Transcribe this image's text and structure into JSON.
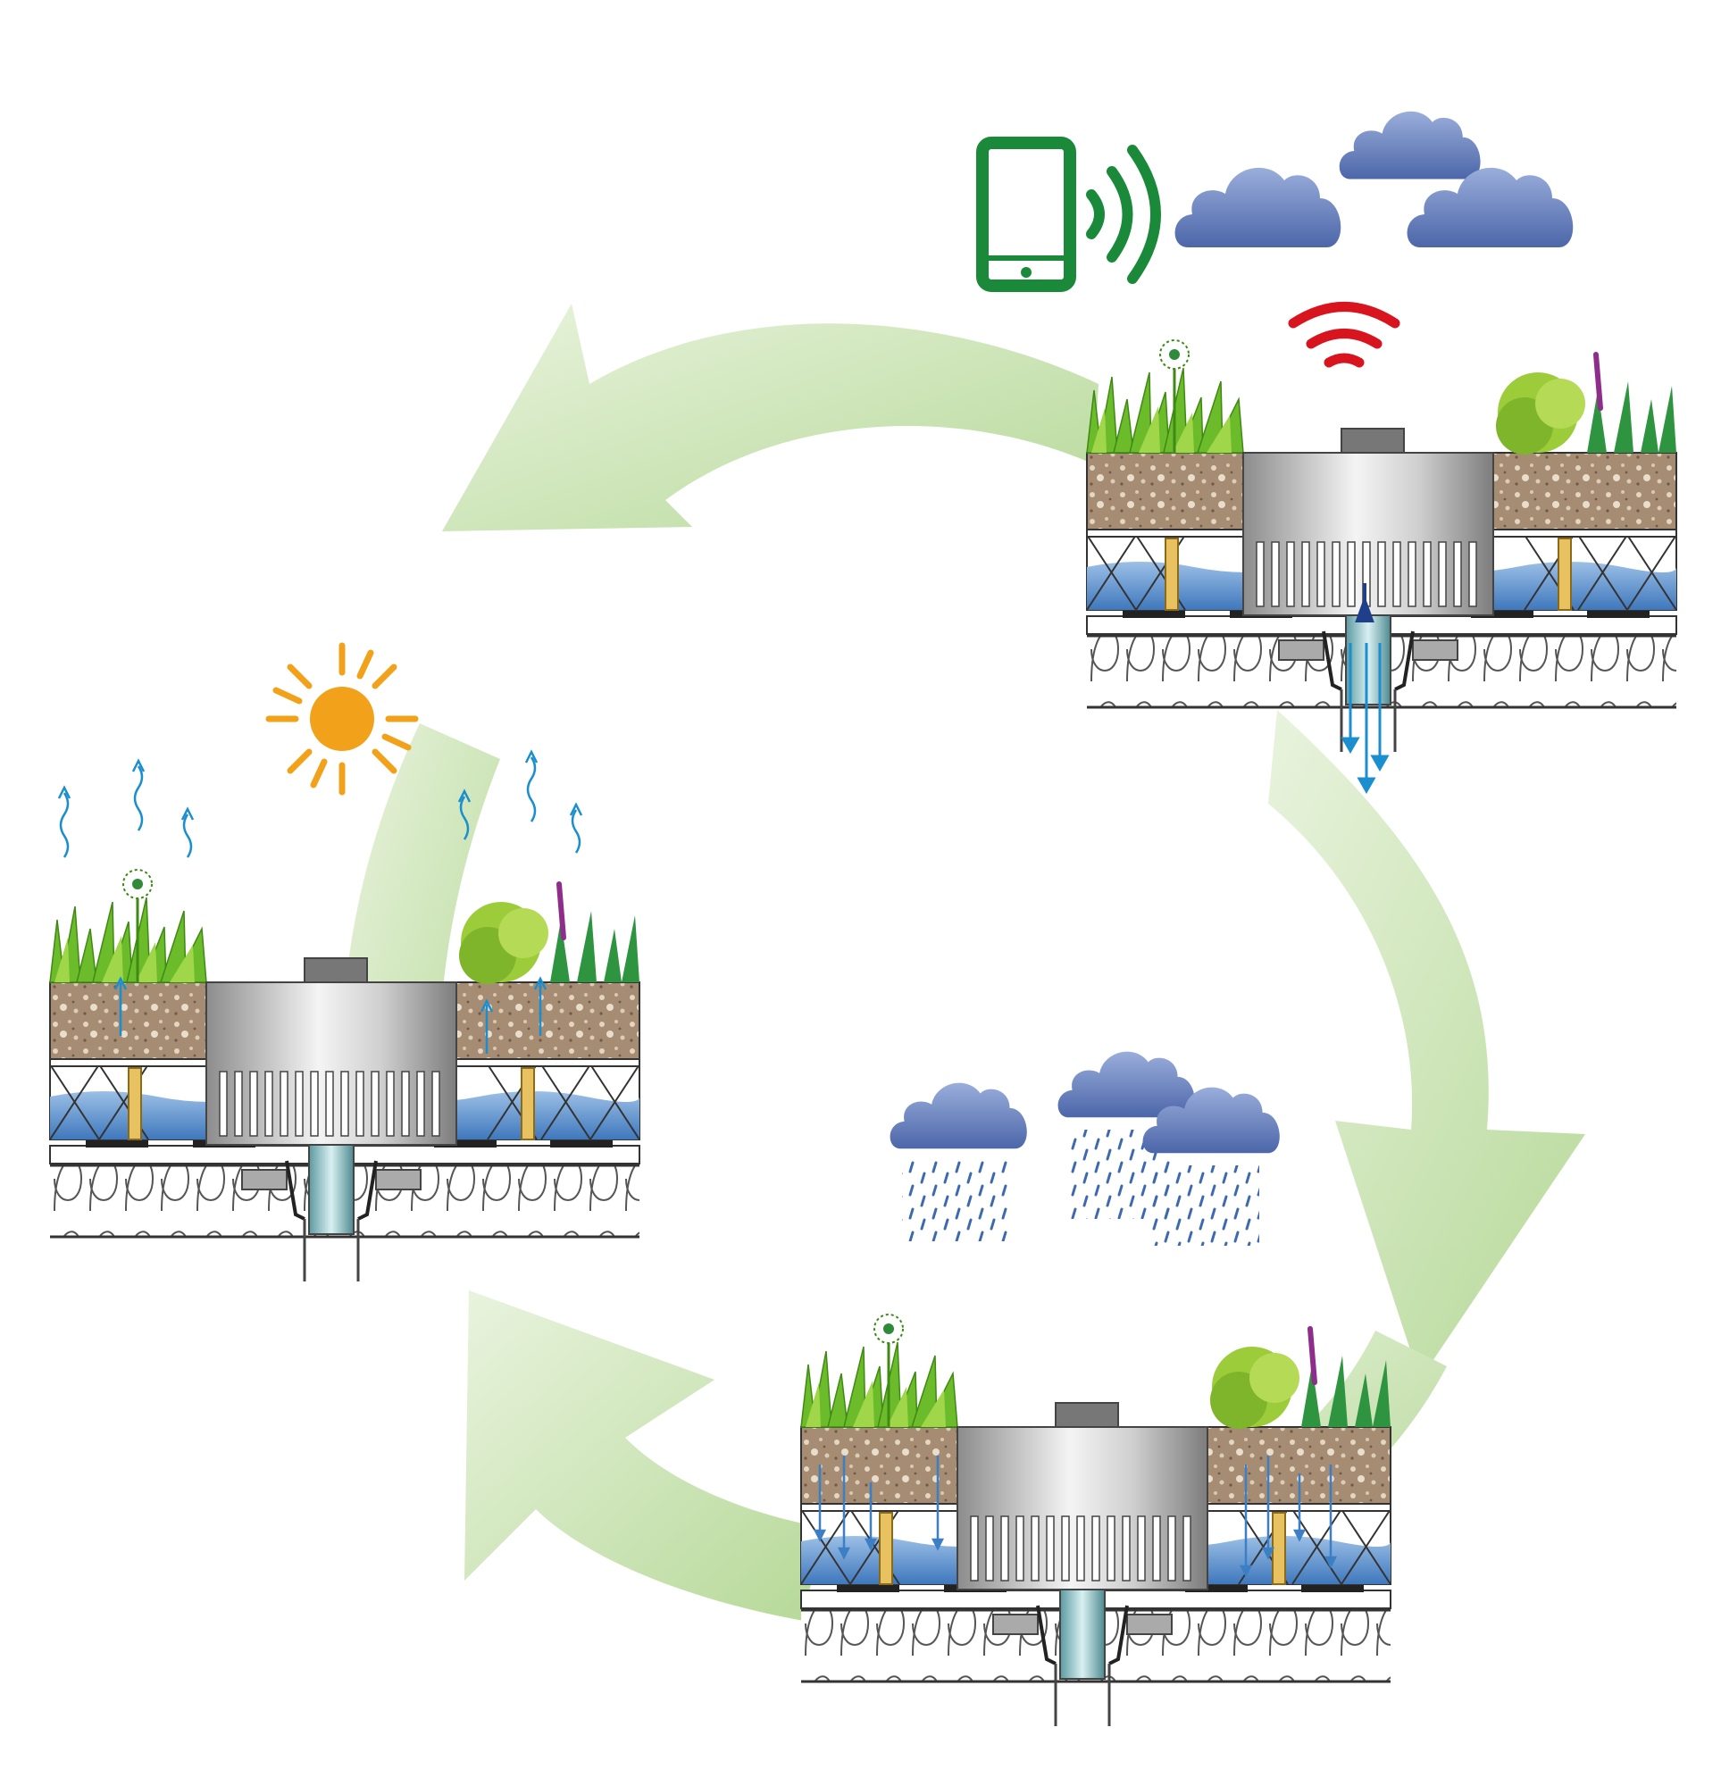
{
  "diagram": {
    "stages": [
      {
        "id": "forecast",
        "condition": "rain-forecast",
        "drain_state": "open-draining"
      },
      {
        "id": "rain",
        "condition": "raining",
        "drain_state": "retaining"
      },
      {
        "id": "dry",
        "condition": "sunny",
        "drain_state": "evaporating"
      }
    ],
    "cycle_direction": "clockwise"
  },
  "icons": {
    "smartphone": "smartphone-icon",
    "phone_signal": "phone-signal-icon",
    "wireless_signal": "wireless-signal-icon",
    "cloud": "cloud-icon",
    "rain_cloud": "rain-cloud-icon",
    "sun": "sun-icon",
    "cycle_arrow": "cycle-arrow-icon"
  },
  "colors": {
    "phone_green": "#1a8a3a",
    "signal_red": "#d8141e",
    "cloud_top": "#8ea3d4",
    "cloud_bottom": "#4a63a6",
    "arrow_green": "#8fc56a",
    "arrow_light": "#dcecc9",
    "sun_orange": "#f2a21a",
    "soil": "#a38b72",
    "water": "#4d86c7",
    "rain_drop": "#3d69b0",
    "vapor": "#1b8ed0"
  }
}
